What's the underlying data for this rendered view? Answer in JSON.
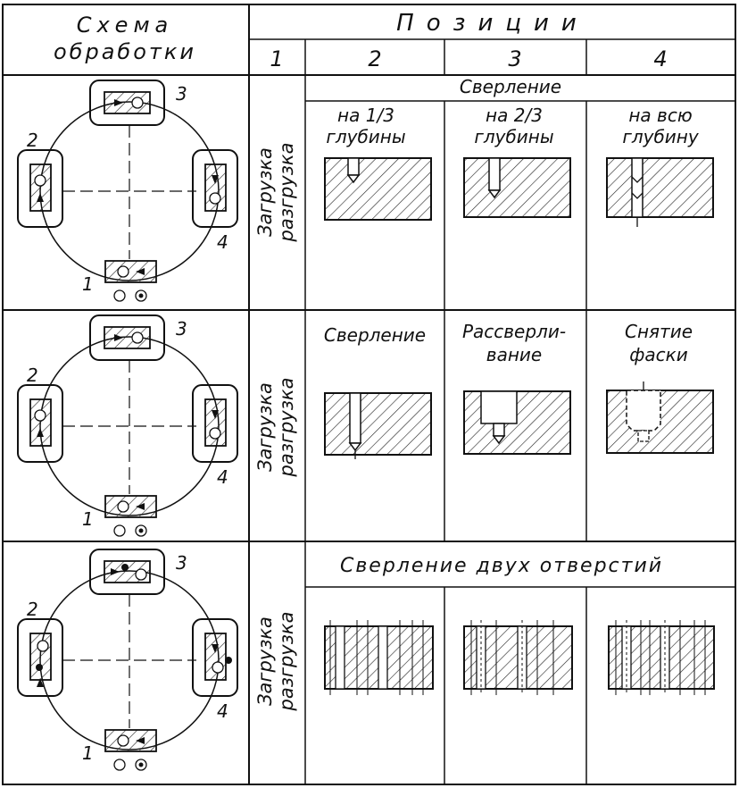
{
  "header": {
    "scheme_title_line1": "Схема",
    "scheme_title_line2": "обработки",
    "positions_title": "Позиции",
    "position_numbers": [
      "1",
      "2",
      "3",
      "4"
    ]
  },
  "stations": {
    "bottom": "1",
    "left": "2",
    "top": "3",
    "right": "4"
  },
  "rows": [
    {
      "loading_label_line1": "Загрузка",
      "loading_label_line2": "разгрузка",
      "span_title": "Сверление",
      "cells": [
        {
          "line1": "на 1/3",
          "line2": "глубины"
        },
        {
          "line1": "на 2/3",
          "line2": "глубины"
        },
        {
          "line1": "на всю",
          "line2": "глубину"
        }
      ]
    },
    {
      "loading_label_line1": "Загрузка",
      "loading_label_line2": "разгрузка",
      "span_title": "",
      "cells": [
        {
          "line1": "Сверление",
          "line2": ""
        },
        {
          "line1": "Рассверли-",
          "line2": "вание"
        },
        {
          "line1": "Снятие",
          "line2": "фаски"
        }
      ]
    },
    {
      "loading_label_line1": "Загрузка",
      "loading_label_line2": "разгрузка",
      "span_title": "Сверление двух отверстий",
      "cells": [
        {
          "line1": "",
          "line2": ""
        },
        {
          "line1": "",
          "line2": ""
        },
        {
          "line1": "",
          "line2": ""
        }
      ]
    }
  ]
}
